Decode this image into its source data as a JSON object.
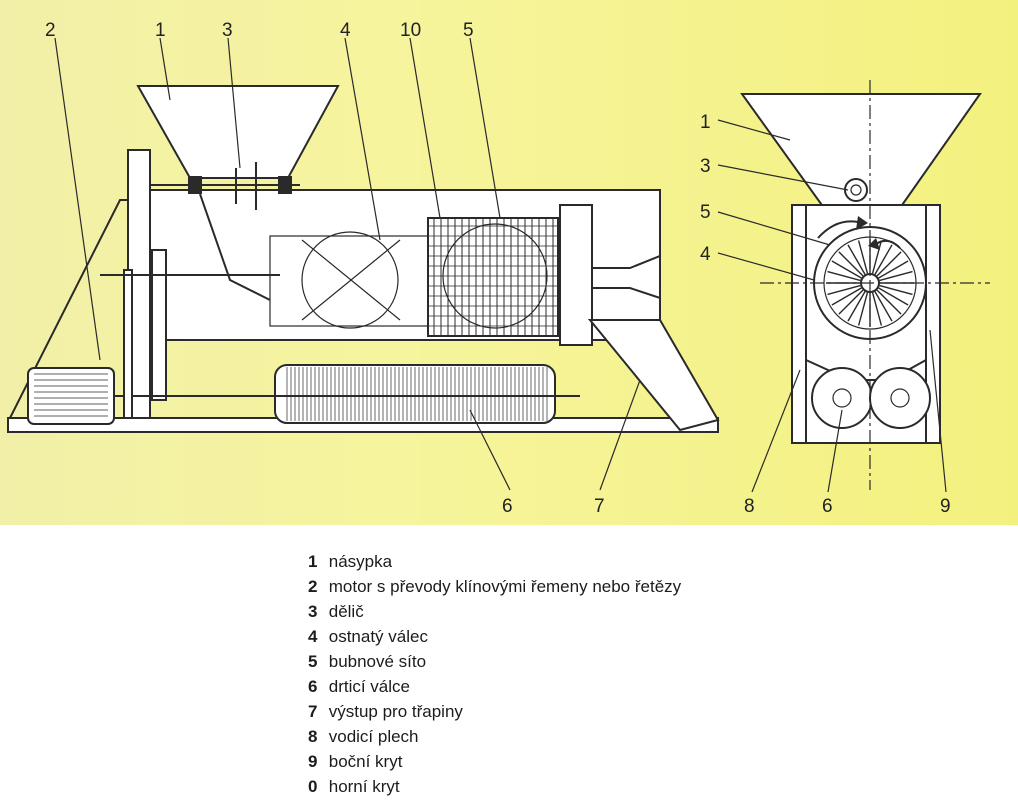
{
  "side_view_labels": [
    {
      "num": "2"
    },
    {
      "num": "1"
    },
    {
      "num": "3"
    },
    {
      "num": "4"
    },
    {
      "num": "10"
    },
    {
      "num": "5"
    },
    {
      "num": "6"
    },
    {
      "num": "7"
    }
  ],
  "front_view_labels": [
    {
      "num": "1"
    },
    {
      "num": "3"
    },
    {
      "num": "5"
    },
    {
      "num": "4"
    },
    {
      "num": "8"
    },
    {
      "num": "6"
    },
    {
      "num": "9"
    }
  ],
  "legend": [
    {
      "num": "1",
      "text": "násypka"
    },
    {
      "num": "2",
      "text": "motor s převody klínovými řemeny nebo řetězy"
    },
    {
      "num": "3",
      "text": "dělič"
    },
    {
      "num": "4",
      "text": "ostnatý válec"
    },
    {
      "num": "5",
      "text": "bubnové síto"
    },
    {
      "num": "6",
      "text": "drticí válce"
    },
    {
      "num": "7",
      "text": "výstup pro třapiny"
    },
    {
      "num": "8",
      "text": "vodicí plech"
    },
    {
      "num": "9",
      "text": "boční kryt"
    },
    {
      "num": "0",
      "text": "horní kryt"
    }
  ],
  "colors": {
    "background": "#f4f29a",
    "line": "#2a2a2a"
  }
}
